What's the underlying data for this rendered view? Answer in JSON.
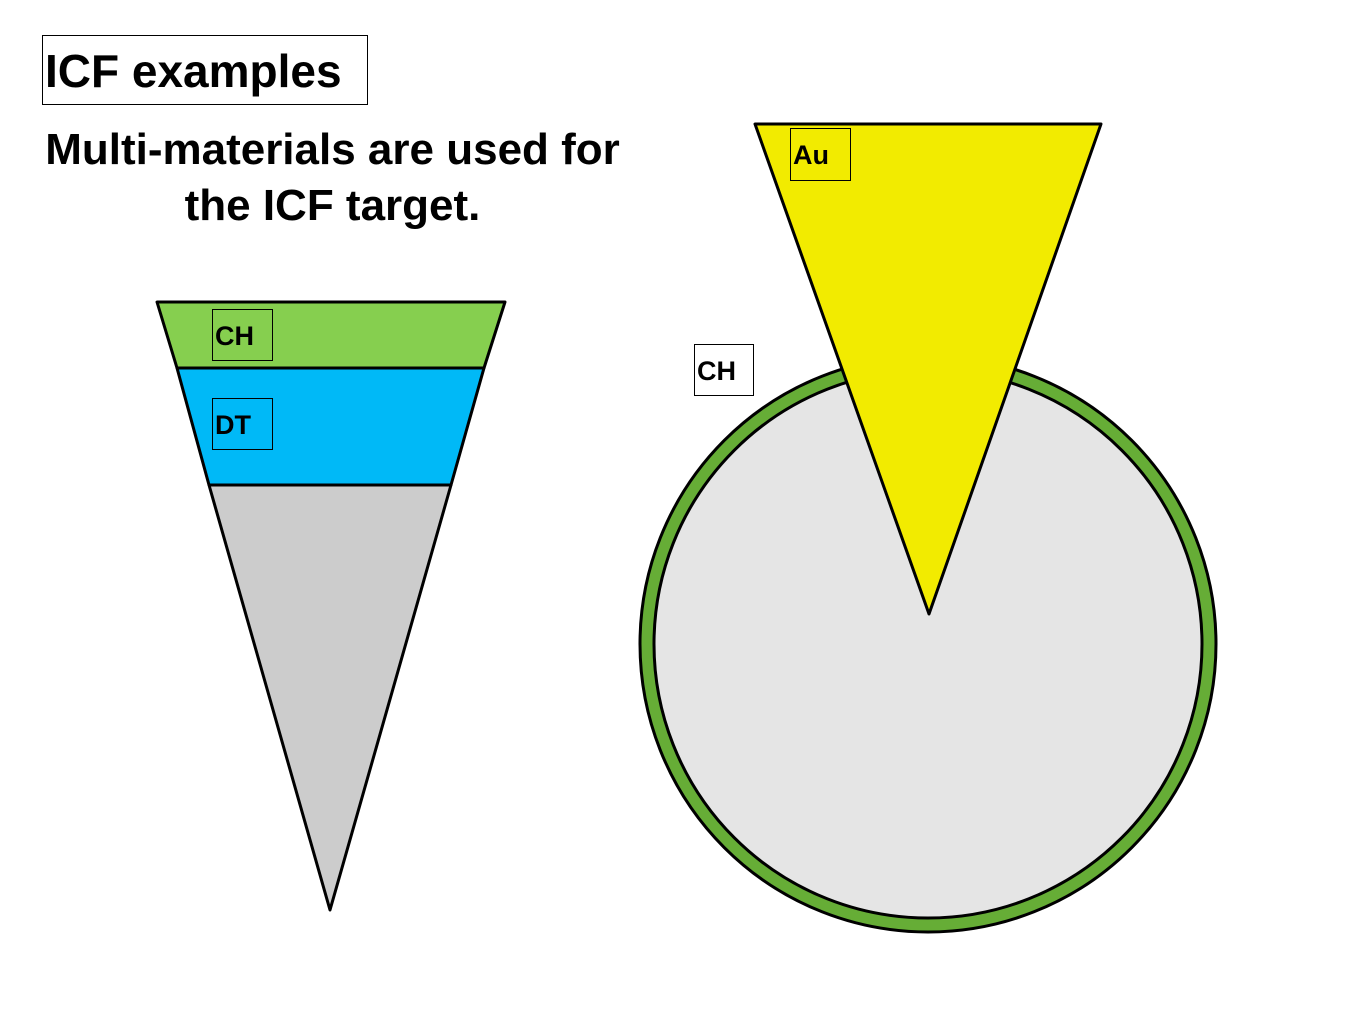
{
  "title": "ICF examples",
  "subtitle": "Multi-materials are used for the ICF target.",
  "labels": {
    "left_outer": "CH",
    "left_inner": "DT",
    "right_shell": "CH",
    "right_cone": "Au"
  },
  "colors": {
    "ch_layer": "#86cf4f",
    "dt_layer": "#00b9f7",
    "left_core": "#cccccc",
    "shell_ring": "#66ad36",
    "sphere_fill": "#e5e5e5",
    "au_cone": "#f2eb00"
  }
}
